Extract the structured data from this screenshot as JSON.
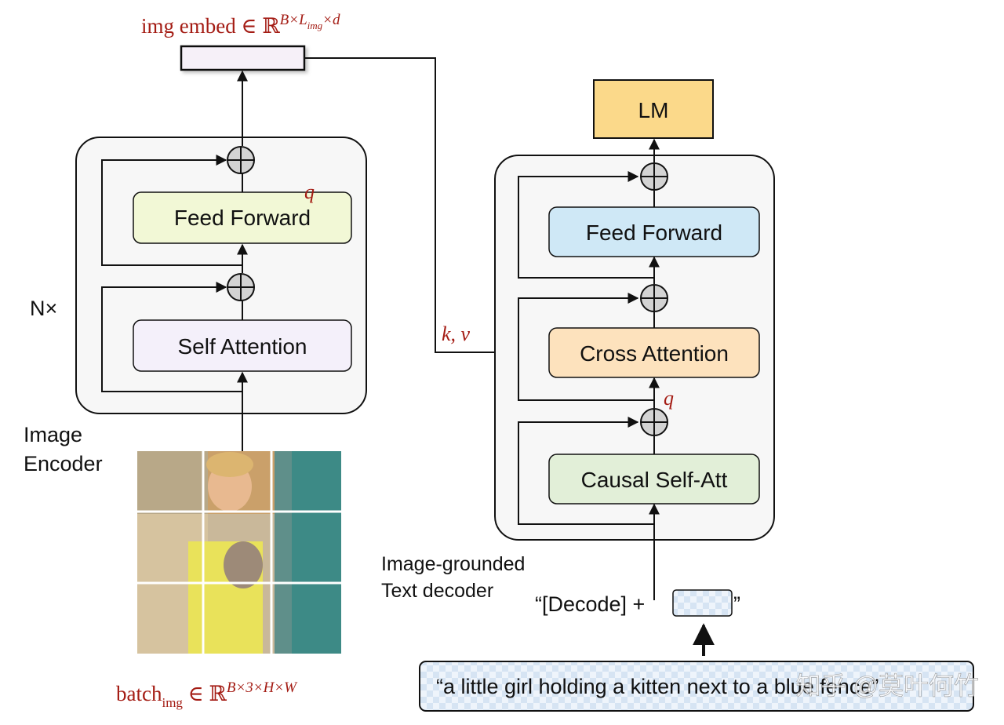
{
  "labels": {
    "img_embed_prefix": "img embed ∈ ℝ",
    "img_embed_sup": "B×L",
    "img_embed_sub": "img",
    "img_embed_sup2": "×d",
    "n_times": "N×",
    "image_encoder_line1": "Image",
    "image_encoder_line2": "Encoder",
    "text_decoder_line1": "Image-grounded",
    "text_decoder_line2": "Text decoder",
    "batch_prefix": "batch",
    "batch_sub": "img",
    "batch_mid": " ∈ ℝ",
    "batch_sup": "B×3×H×W",
    "q_left": "q",
    "q_right": "q",
    "kv": "k, v",
    "decode_prefix": "“[Decode] + ",
    "decode_suffix": "”",
    "caption": "“a little girl holding a kitten next to a blue fence”",
    "watermark": "知乎 @莫叶何竹"
  },
  "encoder": {
    "feed_forward": "Feed Forward",
    "self_attention": "Self Attention"
  },
  "decoder": {
    "lm": "LM",
    "feed_forward": "Feed Forward",
    "cross_attention": "Cross Attention",
    "causal_self_att": "Causal Self-Att"
  },
  "colors": {
    "accent_red": "#a41c14",
    "encoder_ff": "#f2f8d6",
    "encoder_sa": "#f4f0fa",
    "decoder_ff": "#cfe8f6",
    "decoder_ca": "#fde2bd",
    "decoder_csa": "#e2efd8",
    "lm": "#fbd98a",
    "block_bg": "#f7f7f7",
    "embed_bar": "#f6f0f8"
  }
}
